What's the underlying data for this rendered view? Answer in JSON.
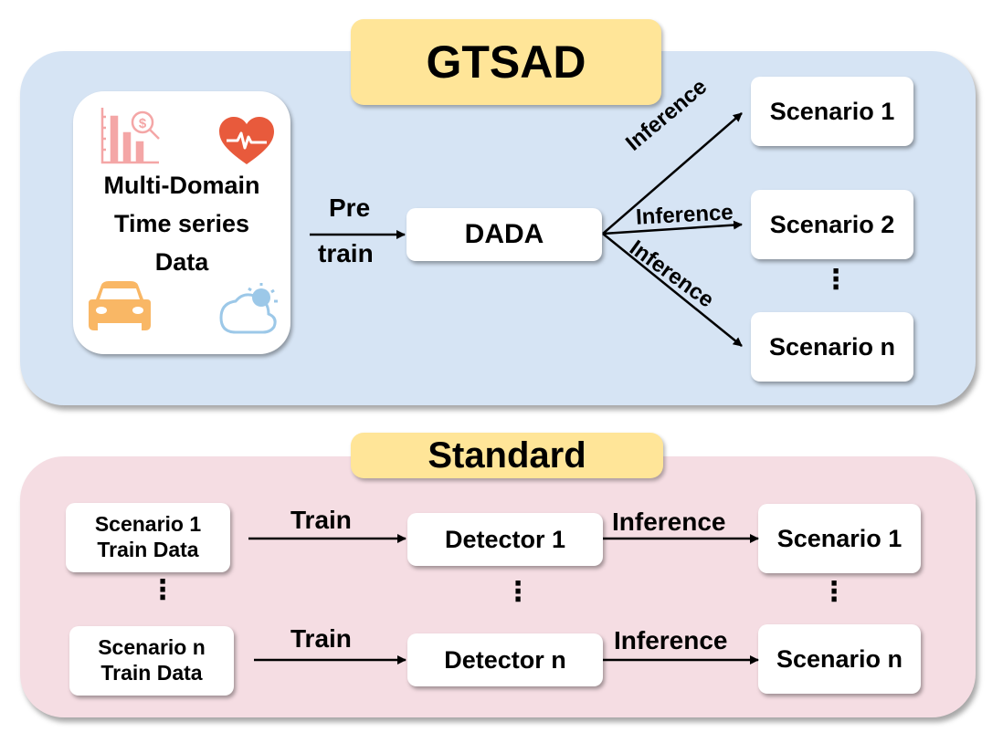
{
  "gtsad": {
    "title": "GTSAD",
    "data_box": {
      "lines": [
        "Multi-Domain",
        "Time series",
        "Data"
      ],
      "icons": [
        "finance-chart-icon",
        "heart-rate-icon",
        "car-icon",
        "weather-icon"
      ]
    },
    "pretrain_label": [
      "Pre",
      "train"
    ],
    "model": "DADA",
    "inference_labels": [
      "Inference",
      "Inference",
      "Inference"
    ],
    "scenarios": [
      "Scenario 1",
      "Scenario 2",
      "Scenario n"
    ],
    "ellipsis": "⋮"
  },
  "standard": {
    "title": "Standard",
    "rows": [
      {
        "train_data": [
          "Scenario 1",
          "Train Data"
        ],
        "train_label": "Train",
        "detector": "Detector 1",
        "inference_label": "Inference",
        "scenario": "Scenario 1"
      },
      {
        "train_data": [
          "Scenario n",
          "Train Data"
        ],
        "train_label": "Train",
        "detector": "Detector n",
        "inference_label": "Inference",
        "scenario": "Scenario n"
      }
    ],
    "ellipsis": "⋮"
  },
  "colors": {
    "gtsad_panel": "#d6e4f4",
    "standard_panel": "#f5dde3",
    "title_box": "#ffe598",
    "finance_icon": "#f4a6a6",
    "heart_icon": "#e85a3c",
    "car_icon": "#f9b765",
    "weather_icon": "#9cc8e8"
  }
}
